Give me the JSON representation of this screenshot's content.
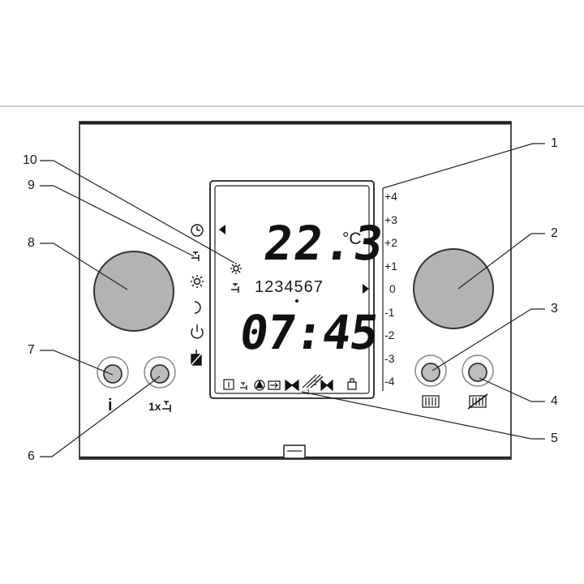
{
  "lcd": {
    "temperature": "22.3",
    "unit": "°C",
    "days": "1234567",
    "time": "07:45"
  },
  "scale": [
    "+4",
    "+3",
    "+2",
    "+1",
    "0",
    "-1",
    "-2",
    "-3",
    "-4"
  ],
  "callouts": {
    "c1": "1",
    "c2": "2",
    "c3": "3",
    "c4": "4",
    "c5": "5",
    "c6": "6",
    "c7": "7",
    "c8": "8",
    "c9": "9",
    "c10": "10"
  },
  "buttons": {
    "info_label": "i",
    "hotwater_label": "1x"
  },
  "icons": {
    "side": [
      "clock-icon",
      "tap-icon",
      "sun-icon",
      "moon-icon",
      "power-icon",
      "chimney-sweep-icon"
    ],
    "status_row": [
      "info-icon",
      "tap-icon",
      "pump-icon",
      "burner-icon",
      "valve-icon",
      "heating-circuit-icon",
      "valve-icon",
      "oil-icon"
    ]
  },
  "colors": {
    "knob": "#b3b3b3",
    "button": "#bdbdbd",
    "line": "#1a1a1a"
  }
}
